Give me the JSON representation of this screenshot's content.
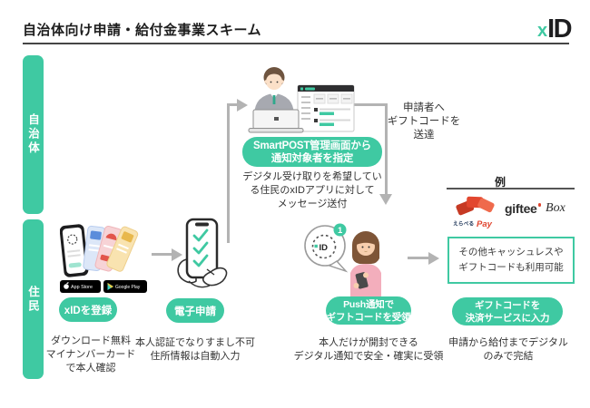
{
  "header": {
    "title": "自治体向け申請・給付金事業スキーム",
    "logo": {
      "x": "x",
      "id": "ID"
    }
  },
  "colors": {
    "accent": "#3FC9A2",
    "arrow": "#B3B3B3",
    "text": "#333333",
    "logo_dark": "#1D1D1F",
    "giftee_red": "#E0452F",
    "sweater_pink": "#F3AEBC"
  },
  "lanes": {
    "municipality": "自治体",
    "resident": "住民"
  },
  "municipality_flow": {
    "pill_line1": "SmartPOST管理画面から",
    "pill_line2": "通知対象者を指定",
    "desc_line1": "デジタル受け取りを希望してい",
    "desc_line2": "る住民のxIDアプリに対して",
    "desc_line3": "メッセージ送付",
    "delivery_line1": "申請者へ",
    "delivery_line2": "ギフトコードを",
    "delivery_line3": "送達"
  },
  "steps": {
    "register": {
      "pill": "xIDを登録",
      "desc_line1": "ダウンロード無料",
      "desc_line2": "マイナンバーカード",
      "desc_line3": "で本人確認",
      "badge_app_store": "App Store",
      "badge_google_play": "Google Play"
    },
    "apply": {
      "pill": "電子申請",
      "desc_line1": "本人認証でなりすまし不可",
      "desc_line2": "住所情報は自動入力"
    },
    "receive": {
      "pill_line1": "Push通知で",
      "pill_line2": "ギフトコードを受領",
      "desc_line1": "本人だけが開封できる",
      "desc_line2": "デジタル通知で安全・確実に受領",
      "bubble_id": "ID",
      "bubble_badge": "1"
    },
    "redeem": {
      "pill_line1": "ギフトコードを",
      "pill_line2": "決済サービスに入力",
      "desc_line1": "申請から給付までデジタル",
      "desc_line2": "のみで完結"
    }
  },
  "example": {
    "heading": "例",
    "erabe_pay": {
      "name": "えらべる",
      "pay": "Pay"
    },
    "giftee": {
      "name": "giftee",
      "suffix": "Box"
    },
    "note_line1": "その他キャッシュレスや",
    "note_line2": "ギフトコードも利用可能"
  }
}
